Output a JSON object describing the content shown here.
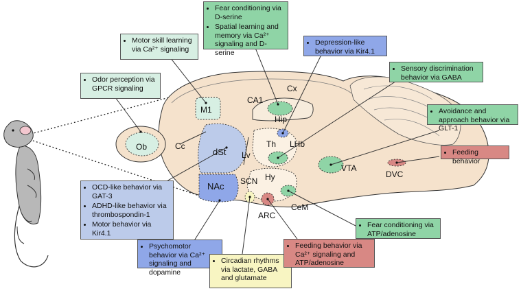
{
  "colors": {
    "green": "#8fd4a6",
    "light_green": "#d7efe3",
    "blue": "#8fa7e8",
    "light_blue": "#bccbea",
    "red": "#d88884",
    "yellow": "#f8f5c2",
    "brain_fill": "#f5e2cc",
    "mouse_fill": "#b8b8b8"
  },
  "regions": {
    "ob": "Ob",
    "m1": "M1",
    "cc": "Cc",
    "dst": "dSt",
    "nac": "NAc",
    "ca1": "CA1",
    "cx": "Cx",
    "hip": "Hip",
    "th": "Th",
    "lhb": "LHb",
    "lv": "Lv",
    "hy": "Hy",
    "scn": "SCN",
    "arc": "ARC",
    "cem": "CeM",
    "vta": "VTA",
    "dvc": "DVC"
  },
  "boxes": {
    "odor": {
      "items": [
        "Odor perception via GPCR signaling"
      ]
    },
    "motor_skill": {
      "items": [
        "Motor skill learning via Ca²⁺ signaling"
      ]
    },
    "fear_serine": {
      "items": [
        "Fear conditioning via D-serine",
        "Spatial learning and memory via Ca²⁺ signaling and D-serine"
      ]
    },
    "depression": {
      "items": [
        "Depression-like behavior via Kir4.1"
      ]
    },
    "sensory": {
      "items": [
        "Sensory discrimination behavior via GABA"
      ]
    },
    "avoidance": {
      "items": [
        "Avoidance and approach behavior via GLT-1"
      ]
    },
    "feeding": {
      "items": [
        "Feeding behavior"
      ]
    },
    "ocd": {
      "items": [
        "OCD-like behavior via GAT-3",
        "ADHD-like behavior via thrombospondin-1",
        "Motor behavior via Kir4.1"
      ]
    },
    "psychomotor": {
      "items": [
        "Psychomotor behavior via Ca²⁺ signaling and dopamine"
      ]
    },
    "circadian": {
      "items": [
        "Circadian rhythms via lactate, GABA and glutamate"
      ]
    },
    "feeding_ca": {
      "items": [
        "Feeding behavior via Ca²⁺ signaling and ATP/adenosine"
      ]
    },
    "fear_atp": {
      "items": [
        "Fear conditioning via ATP/adenosine"
      ]
    }
  }
}
